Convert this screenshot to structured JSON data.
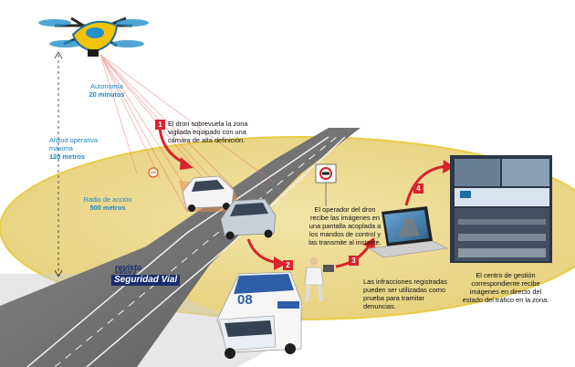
{
  "labels": {
    "autonomy_title": "Autonomía",
    "autonomy_value": "20 minutos",
    "altitude_line1": "Altitud operativa",
    "altitude_line2": "máxima",
    "altitude_value": "120 metros",
    "radius_title": "Radio de acción",
    "radius_value": "500 metros",
    "step1": "El dron sobrevuela la zona vigilada equipado con una cámara de alta definición.",
    "step2": "El operador del dron recibe las imágenes en una pantalla acoplada a los mandos de control y las transmite al instante.",
    "step3": "Las infracciones registradas pueden ser utilizadas como prueba para tramitar denuncias.",
    "step4": "El centro de gestión correspondiente recibe imágenes en directo del estado del tráfico en la zona."
  },
  "steps": [
    "1",
    "2",
    "3",
    "4"
  ],
  "logo": {
    "line1": "revista",
    "line2": "tráfico y",
    "line3": "Seguridad Vial"
  },
  "van_number": "08",
  "colors": {
    "zone": "#ecd88a",
    "zone_edge": "#e9cc46",
    "road": "#6d6d6d",
    "accent_red": "#d8242b",
    "drone_yellow": "#f2c400",
    "drone_blue": "#2390c9",
    "label_blue": "#1f86c8"
  },
  "icons": [
    "drone-icon",
    "signal-icon",
    "camera-sign-icon",
    "operator-figure"
  ]
}
